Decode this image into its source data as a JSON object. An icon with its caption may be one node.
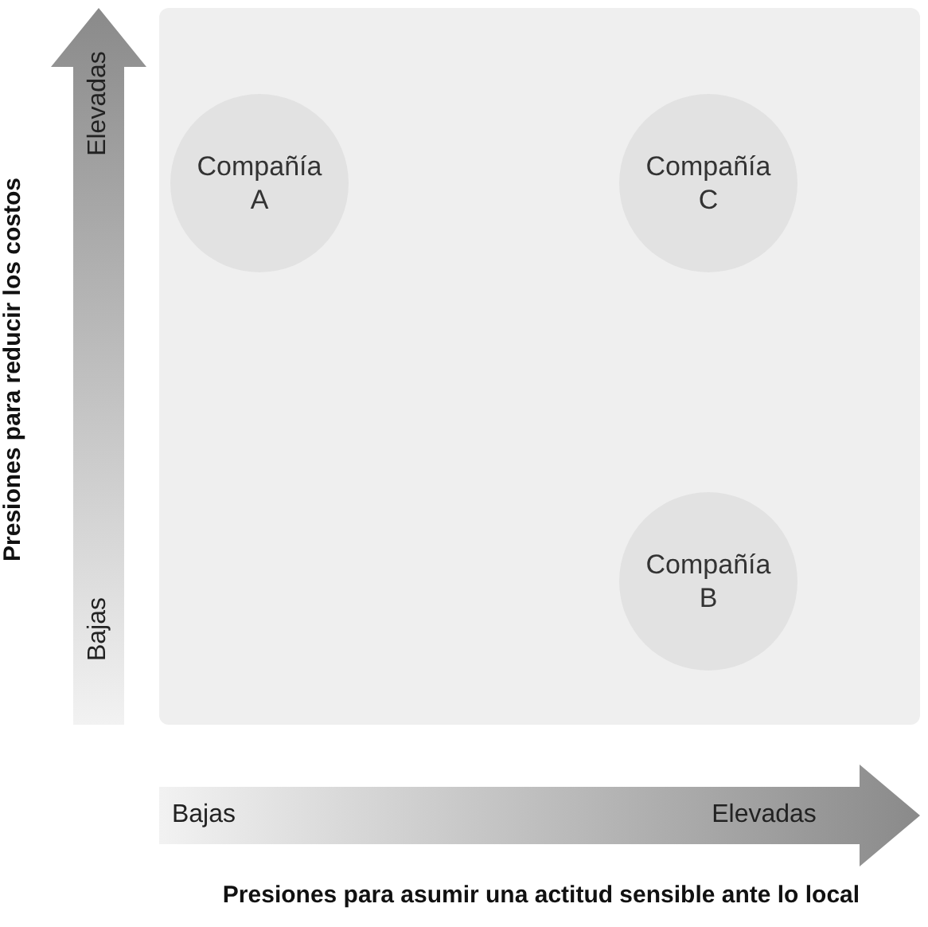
{
  "diagram": {
    "nodes": [
      {
        "text": [
          "Compañía A"
        ]
      },
      {
        "text": [
          "Compañía C"
        ]
      },
      {
        "text": [
          "Compañía B"
        ]
      }
    ],
    "labels": [
      "Presiones para reducir los costos",
      "Elevadas",
      "Bajas",
      "Bajas",
      "Elevadas",
      "Presiones para asumir una actitud sensible ante lo local"
    ]
  }
}
